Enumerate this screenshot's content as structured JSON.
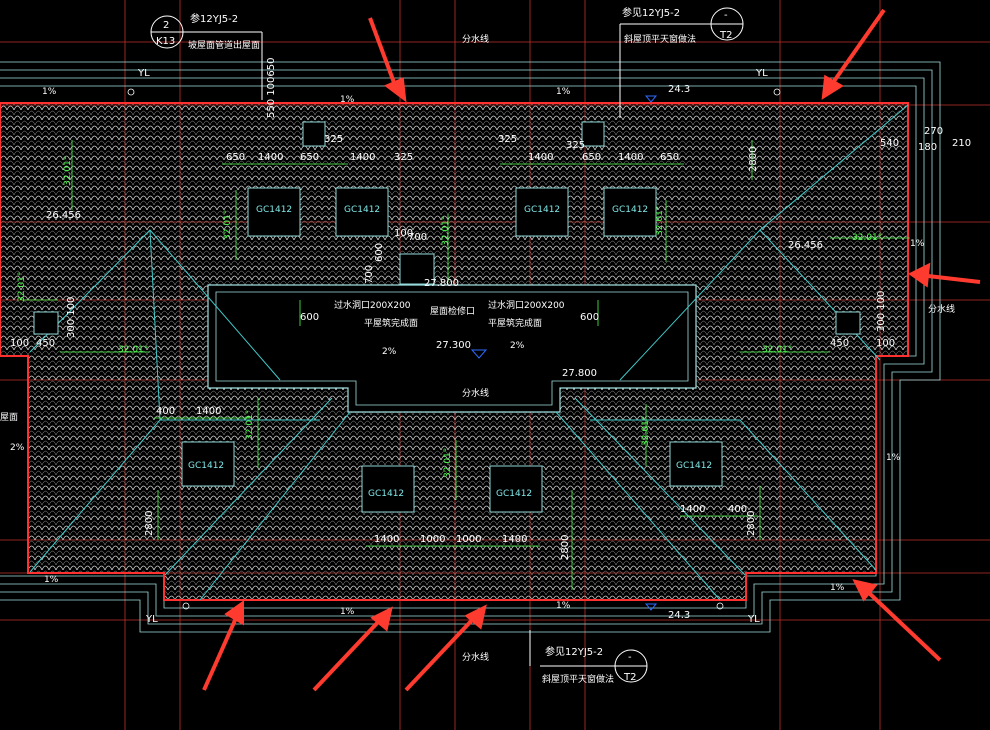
{
  "colors": {
    "background": "#000000",
    "outline": "#ff4040",
    "roof_edge": "#ff3030",
    "tile": "#d0d0d0",
    "hip_line": "#40c8c8",
    "gutter": "#9fe0e0",
    "dimension": "#4dff4d",
    "text": "#ffffff",
    "arrow": "#ff3b2f",
    "slope_marker": "#2f6bff",
    "window": "#8fd8d8"
  },
  "callouts": {
    "top_left_ref": "参12YJ5-2",
    "top_left_num": "2",
    "top_left_code": "K13",
    "top_left_desc": "坡屋面管道出屋面",
    "top_right_ref": "参见12YJ5-2",
    "top_right_num": "-",
    "top_right_code": "T2",
    "top_right_desc": "斜屋顶平天窗做法",
    "bottom_ref": "参见12YJ5-2",
    "bottom_num": "-",
    "bottom_code": "T2",
    "bottom_desc": "斜屋顶平天窗做法"
  },
  "labels": {
    "divide_line": "分水线",
    "yl": "YL",
    "overflow_left": "过水洞口200X200",
    "overflow_right": "过水洞口200X200",
    "flat_bottom": "平屋筑完成面",
    "roof_inspection": "屋面检修口",
    "side_roof": "屋面",
    "window_code": "GC1412"
  },
  "elevations": {
    "top": "24.3",
    "bottom": "24.3",
    "ridge_center": "27.800",
    "center": "27.300",
    "center_right": "27.800",
    "left_eave": "26.456",
    "right_eave": "26.456",
    "vertical_note": "550 100650"
  },
  "slopes": {
    "one_percent": "1%",
    "two_percent": "2%",
    "roof_slope": "32.01°"
  },
  "dimensions": {
    "d650": "650",
    "d1400": "1400",
    "d325": "325",
    "d2800": "2800",
    "d600": "600",
    "d400": "400",
    "d1000": "1000",
    "d450": "450",
    "d100": "100",
    "d300": "300",
    "d540": "540",
    "d270": "270",
    "d180": "180",
    "d210": "210",
    "d700": "700",
    "d600b": "600",
    "d700b": "700",
    "small_100": "100",
    "vertical_300_100": "300 100"
  }
}
